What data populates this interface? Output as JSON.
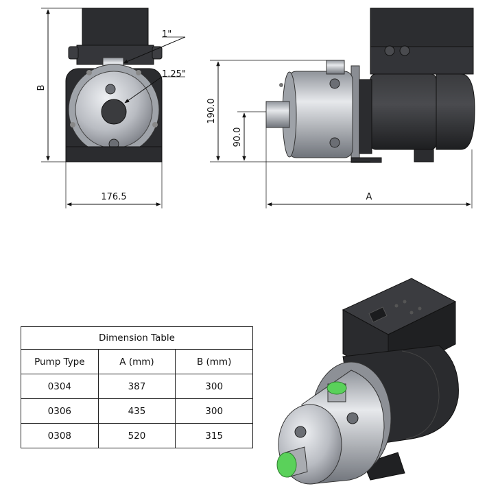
{
  "dimensions": {
    "outlet_size": "1\"",
    "inlet_size": "1.25\"",
    "height_label": "B",
    "length_label": "A",
    "width_value": "176.5",
    "outlet_height": "190.0",
    "inlet_height": "90.0"
  },
  "table": {
    "title": "Dimension Table",
    "headers": [
      "Pump Type",
      "A (mm)",
      "B (mm)"
    ],
    "rows": [
      [
        "0304",
        "387",
        "300"
      ],
      [
        "0306",
        "435",
        "300"
      ],
      [
        "0308",
        "520",
        "315"
      ]
    ]
  },
  "colors": {
    "pump_body": "#c9ccd1",
    "motor": "#2e2f31",
    "port_green": "#5ad15a"
  }
}
